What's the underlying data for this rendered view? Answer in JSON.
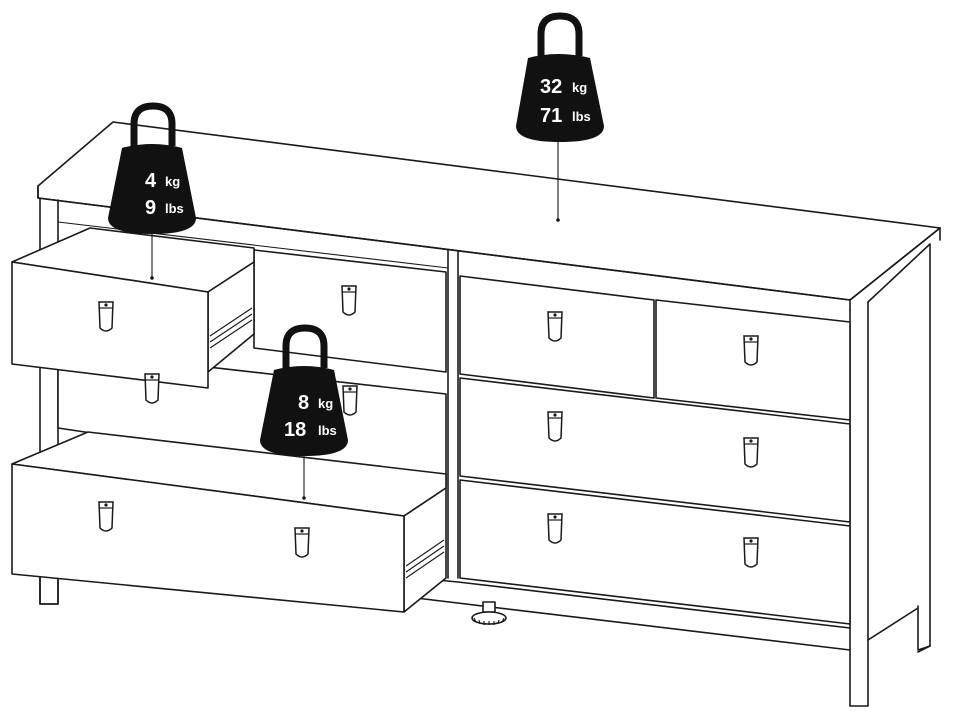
{
  "load_labels": [
    {
      "id": "top",
      "kg_value": "32",
      "kg_unit": "kg",
      "lbs_value": "71",
      "lbs_unit": "lbs"
    },
    {
      "id": "top-drawer",
      "kg_value": "4",
      "kg_unit": "kg",
      "lbs_value": "9",
      "lbs_unit": "lbs"
    },
    {
      "id": "big-drawer",
      "kg_value": "8",
      "kg_unit": "kg",
      "lbs_value": "18",
      "lbs_unit": "lbs"
    }
  ],
  "colors": {
    "line": "#1a1a1a",
    "weight_fill": "#111111",
    "background": "#ffffff"
  },
  "icons": [
    "weight-icon",
    "drawer-handle-icon",
    "drawer-slide-icon",
    "leveling-foot-icon"
  ]
}
